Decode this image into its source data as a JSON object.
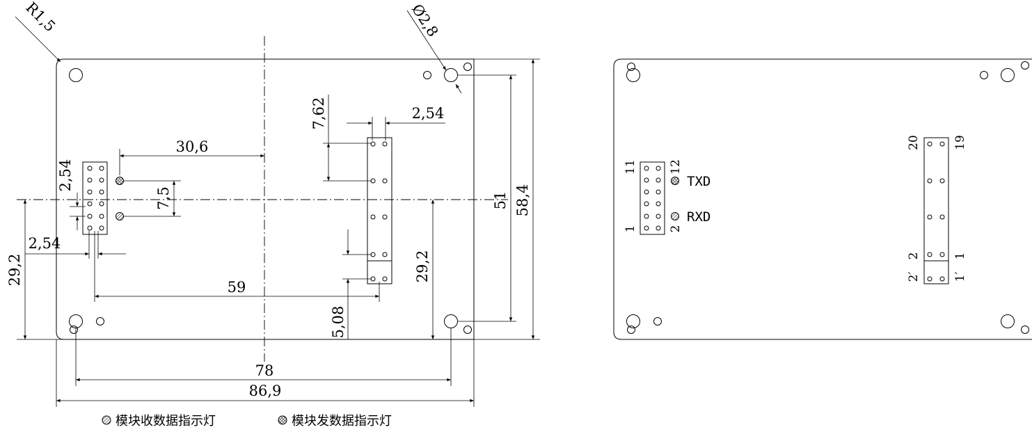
{
  "front_view": {
    "dims": {
      "corner_radius": "R1,5",
      "hole_diameter": "Ø2,8",
      "offset_30_6": "30,6",
      "pitch_7_62": "7,62",
      "pitch_2_54_right": "2,54",
      "pitch_2_54_top": "2,54",
      "pitch_7_5": "7,5",
      "pitch_2_54_bottom": "2,54",
      "height_29_2_left": "29,2",
      "height_29_2_right": "29,2",
      "span_59": "59",
      "span_5_08": "5,08",
      "height_51": "51",
      "height_58_4": "58,4",
      "span_78": "78",
      "width_86_9": "86,9"
    }
  },
  "back_view": {
    "left_header": {
      "pin_11": "11",
      "pin_12": "12",
      "pin_1": "1",
      "pin_2": "2",
      "txd": "TXD",
      "rxd": "RXD"
    },
    "right_header": {
      "pin_20": "20",
      "pin_19": "19",
      "pin_2": "2",
      "pin_1": "1",
      "pin_2p": "2′",
      "pin_1p": "1′"
    }
  },
  "legend": {
    "rx_label": "模块收数据指示灯",
    "tx_label": "模块发数据指示灯"
  }
}
